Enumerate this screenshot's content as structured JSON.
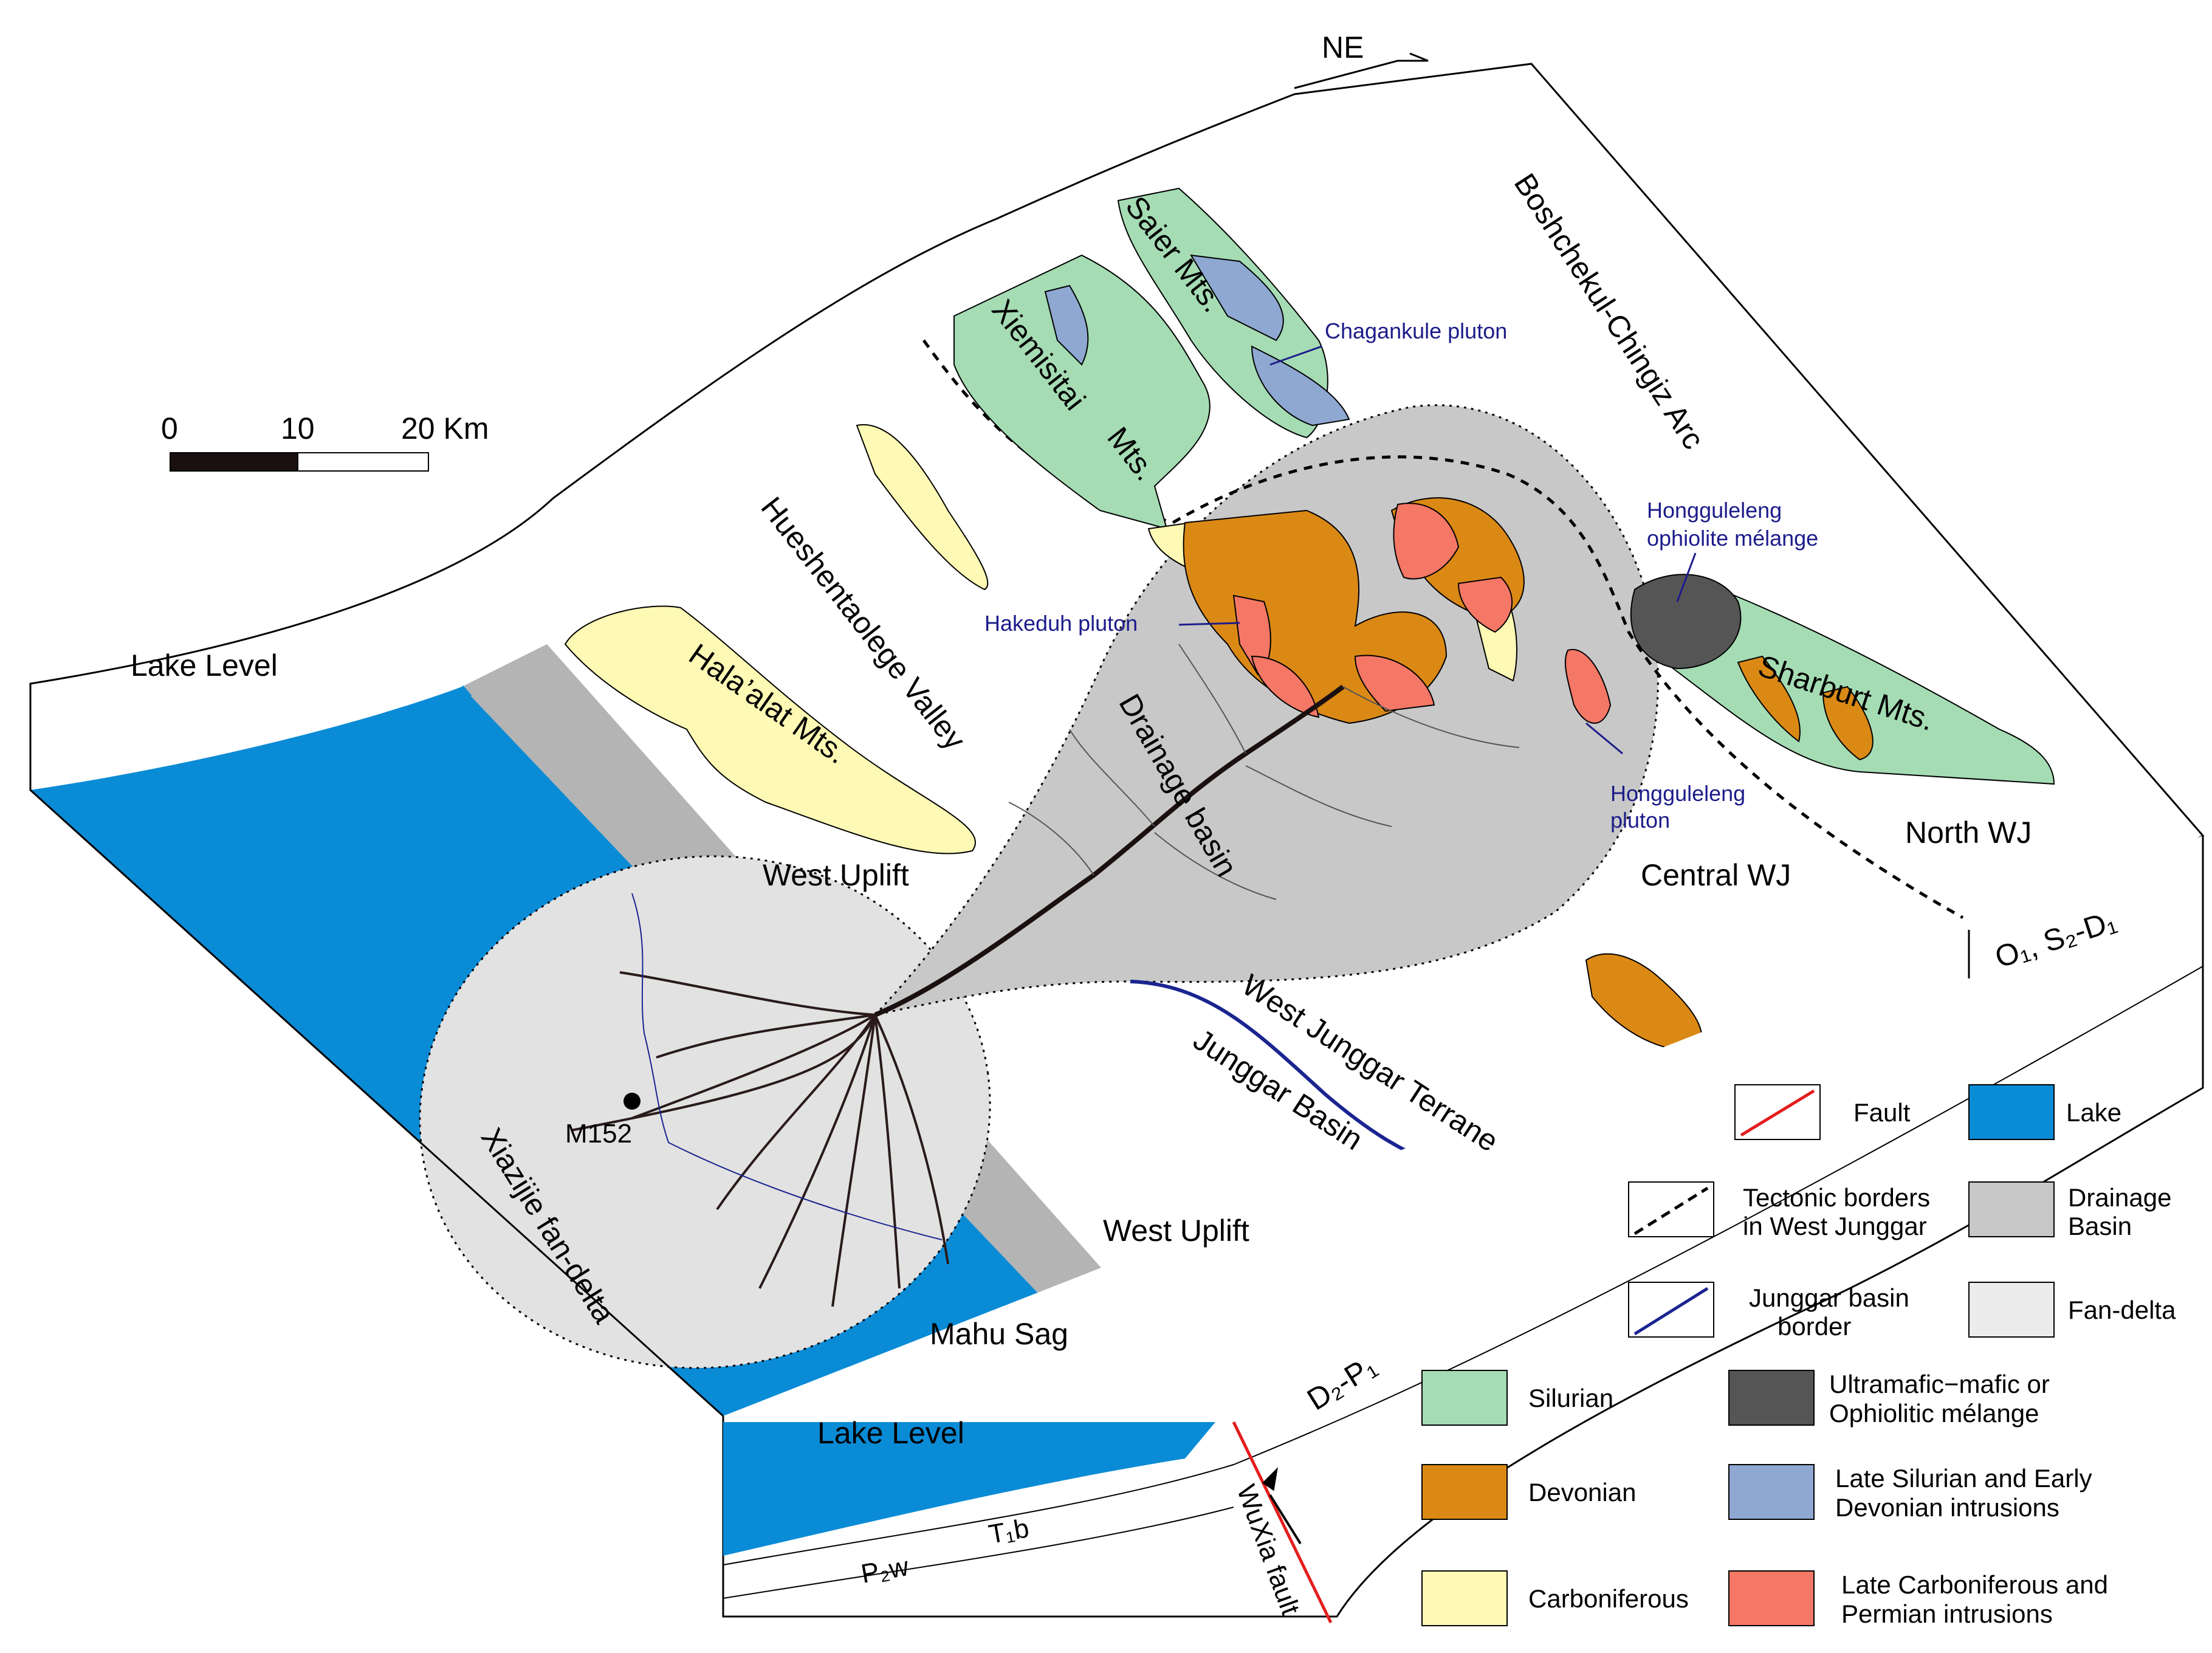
{
  "orientation": {
    "label": "NE"
  },
  "scale": {
    "ticks": [
      "0",
      "10",
      "20 Km"
    ]
  },
  "labels": {
    "saier": "Saier Mts.",
    "xiemisitai": "Xiemisitai",
    "mts": "Mts.",
    "chagankule": "Chagankule pluton",
    "boshchekul": "Boshchekul-Chingiz Arc",
    "honggul_oph_1": "Hongguleleng",
    "honggul_oph_2": "ophiolite mélange",
    "hakeduh": "Hakeduh pluton",
    "honggul_plu_1": "Hongguleleng",
    "honggul_plu_2": "pluton",
    "sharburt": "Sharburt Mts.",
    "hueshentaolege": "Hueshentaolege Valley",
    "halaalat": "Hala’alat Mts.",
    "drainage": "Drainage basin",
    "lake_level_top": "Lake Level",
    "lake_level_bottom": "Lake Level",
    "west_uplift_1": "West Uplift",
    "west_uplift_2": "West Uplift",
    "central_wj": "Central  WJ",
    "north_wj": "North  WJ",
    "o1s2d1": "O₁, S₂-D₁",
    "wjt": "West Junggar Terrane",
    "jb": "Junggar Basin",
    "m152": "M152",
    "xiazijie": "Xiazijie fan-delta",
    "mahu": "Mahu Sag",
    "d2p1": "D₂-P₁",
    "t1b": "T₁b",
    "p2w": "P₂w",
    "wuxia": "WuXia fault"
  },
  "legend": [
    {
      "key": "fault",
      "label": "Fault",
      "color": "#e51d1d"
    },
    {
      "key": "lake",
      "label": "Lake",
      "color": "#0a8bd6"
    },
    {
      "key": "tectonic",
      "label1": "Tectonic borders",
      "label2": "in West  Junggar",
      "color": "#000000"
    },
    {
      "key": "drainage",
      "label1": "Drainage",
      "label2": "Basin",
      "color": "#c8c8c8"
    },
    {
      "key": "jbb",
      "label1": "Junggar basin",
      "label2": "border",
      "color": "#1a2590"
    },
    {
      "key": "fan",
      "label": "Fan-delta",
      "color": "#ececec"
    },
    {
      "key": "silurian",
      "label": "Silurian",
      "color": "#a5dcb4"
    },
    {
      "key": "ultra",
      "label1": "Ultramafic−mafic or",
      "label2": "Ophiolitic mélange",
      "color": "#555555"
    },
    {
      "key": "devonian",
      "label": "Devonian",
      "color": "#db8915"
    },
    {
      "key": "lsed",
      "label1": "Late Silurian and Early",
      "label2": "Devonian intrusions",
      "color": "#8ea8d1"
    },
    {
      "key": "carb",
      "label": "Carboniferous",
      "color": "#fef9b5"
    },
    {
      "key": "lcp",
      "label1": "Late Carboniferous and",
      "label2": "Permian  intrusions",
      "color": "#f57766"
    }
  ]
}
